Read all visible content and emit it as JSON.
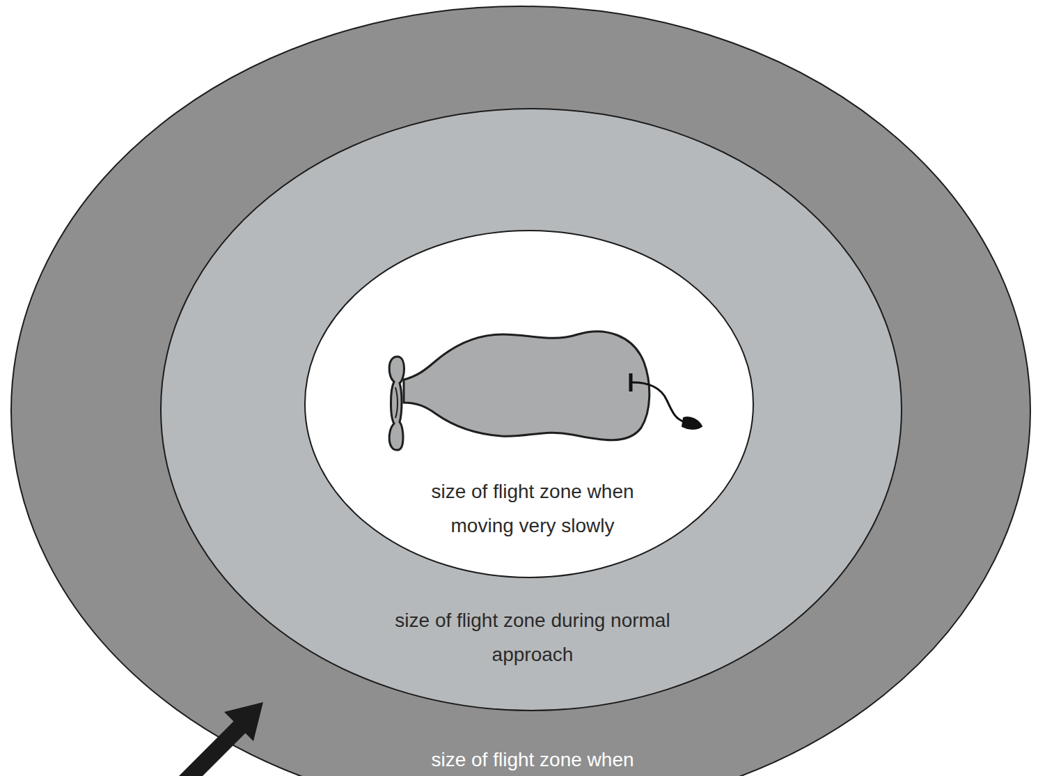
{
  "diagram": {
    "nodes": [
      {
        "text": [
          "size of flight zone when"
        ]
      },
      {
        "text": [
          "size of flight zone during normal approach"
        ],
        "in": 0
      },
      {
        "text": [
          "size of flight zone when moving very slowly"
        ],
        "in": 1
      }
    ]
  }
}
